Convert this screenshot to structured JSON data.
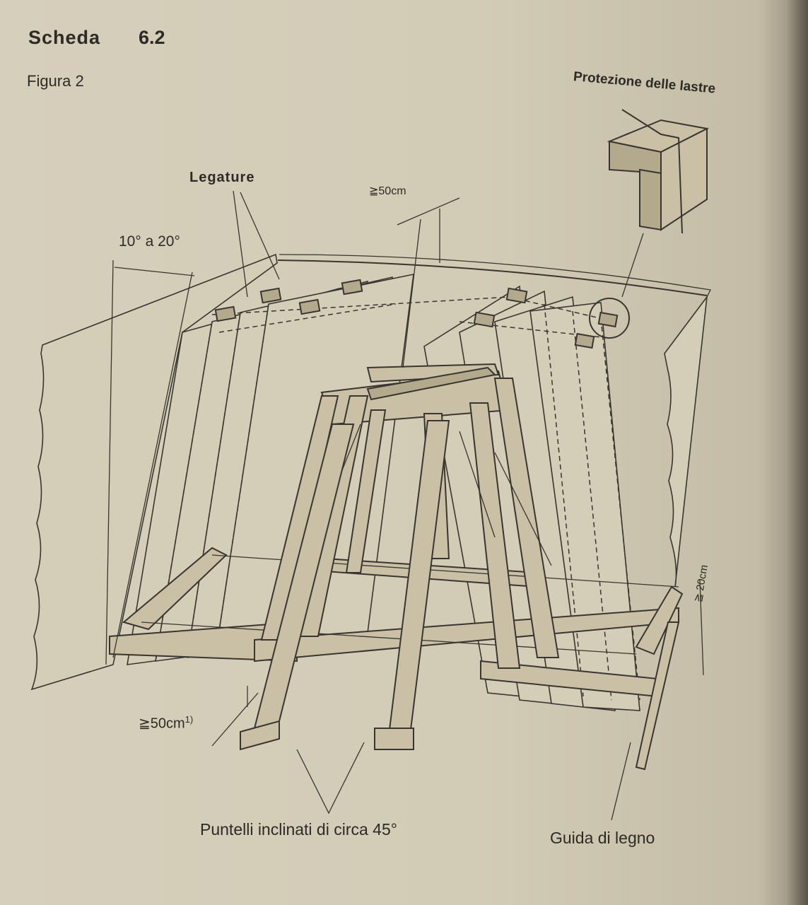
{
  "header": {
    "sheet_title": "Scheda",
    "sheet_number": "6.2",
    "figure_label": "Figura 2"
  },
  "labels": {
    "protezione": "Protezione delle lastre",
    "legature": "Legature",
    "angle": "10° a 20°",
    "min_50_top": "≧50cm",
    "min_50_left": "≧50cm",
    "min_50_left_note": "1)",
    "min_20_right": "≧ 20cm",
    "puntelli": "Puntelli inclinati di circa 45°",
    "guida": "Guida di legno"
  }
}
